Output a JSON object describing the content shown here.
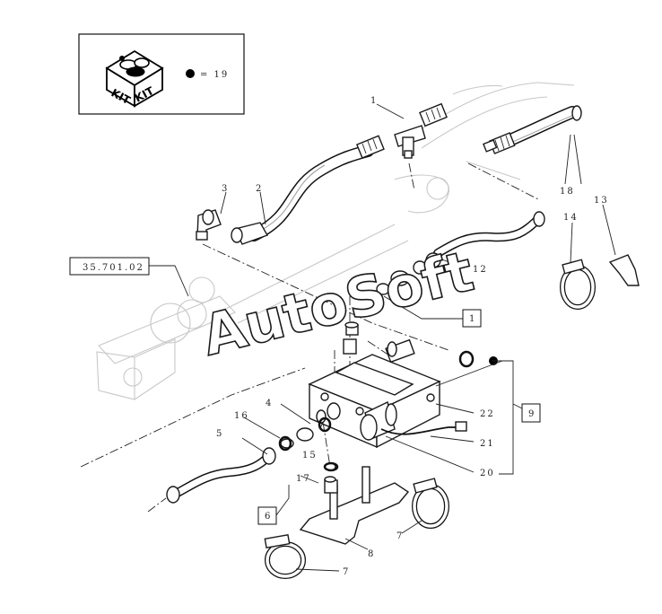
{
  "kit_box": {
    "kit_word_left": "KIT",
    "kit_word_right": "KIT",
    "legend": "= 19"
  },
  "reference_box": "35.701.02",
  "watermark": "AutoSoft",
  "callouts": {
    "c1": "1",
    "c2": "2",
    "c3": "3",
    "c4": "4",
    "c5": "5",
    "c7a": "7",
    "c7b": "7",
    "c8": "8",
    "c12": "12",
    "c13": "13",
    "c14": "14",
    "c15": "15",
    "c16": "16",
    "c17": "17",
    "c18": "18",
    "c20": "20",
    "c21": "21",
    "c22": "22"
  },
  "boxed_callouts": {
    "b1": "1",
    "b6": "6",
    "b9": "9"
  }
}
